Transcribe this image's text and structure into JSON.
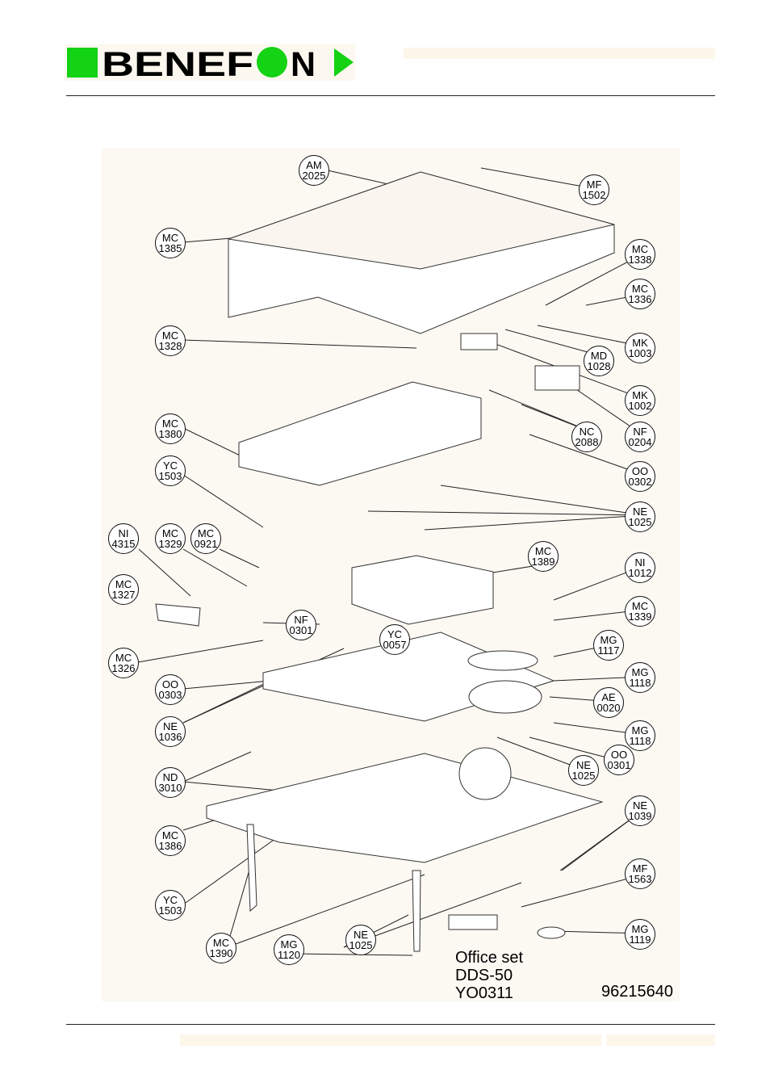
{
  "brand": {
    "logo_text": "BENEFON",
    "accent_green": "#14d214",
    "ink": "#000000"
  },
  "title_block": {
    "line1": "Office set",
    "line2": "DDS-50",
    "line3": "YO0311",
    "document_number": "96215640"
  },
  "callouts": [
    {
      "top": "AM",
      "bottom": "2025"
    },
    {
      "top": "MF",
      "bottom": "1502"
    },
    {
      "top": "MC",
      "bottom": "1385"
    },
    {
      "top": "MC",
      "bottom": "1338"
    },
    {
      "top": "MC",
      "bottom": "1336"
    },
    {
      "top": "MC",
      "bottom": "1328"
    },
    {
      "top": "MK",
      "bottom": "1003"
    },
    {
      "top": "MD",
      "bottom": "1028"
    },
    {
      "top": "MK",
      "bottom": "1002"
    },
    {
      "top": "MC",
      "bottom": "1380"
    },
    {
      "top": "NC",
      "bottom": "2088"
    },
    {
      "top": "NF",
      "bottom": "0204"
    },
    {
      "top": "YC",
      "bottom": "1503"
    },
    {
      "top": "OO",
      "bottom": "0302"
    },
    {
      "top": "NE",
      "bottom": "1025"
    },
    {
      "top": "NI",
      "bottom": "4315"
    },
    {
      "top": "MC",
      "bottom": "1329"
    },
    {
      "top": "MC",
      "bottom": "0921"
    },
    {
      "top": "MC",
      "bottom": "1389"
    },
    {
      "top": "NI",
      "bottom": "1012"
    },
    {
      "top": "MC",
      "bottom": "1327"
    },
    {
      "top": "MC",
      "bottom": "1339"
    },
    {
      "top": "NF",
      "bottom": "0301"
    },
    {
      "top": "YC",
      "bottom": "0057"
    },
    {
      "top": "MG",
      "bottom": "1117"
    },
    {
      "top": "MC",
      "bottom": "1326"
    },
    {
      "top": "MG",
      "bottom": "1118"
    },
    {
      "top": "OO",
      "bottom": "0303"
    },
    {
      "top": "AE",
      "bottom": "0020"
    },
    {
      "top": "NE",
      "bottom": "1036"
    },
    {
      "top": "MG",
      "bottom": "1118"
    },
    {
      "top": "OO",
      "bottom": "0301"
    },
    {
      "top": "ND",
      "bottom": "3010"
    },
    {
      "top": "NE",
      "bottom": "1025"
    },
    {
      "top": "NE",
      "bottom": "1039"
    },
    {
      "top": "MC",
      "bottom": "1386"
    },
    {
      "top": "MF",
      "bottom": "1563"
    },
    {
      "top": "YC",
      "bottom": "1503"
    },
    {
      "top": "MG",
      "bottom": "1119"
    },
    {
      "top": "MC",
      "bottom": "1390"
    },
    {
      "top": "MG",
      "bottom": "1120"
    },
    {
      "top": "NE",
      "bottom": "1025"
    }
  ]
}
